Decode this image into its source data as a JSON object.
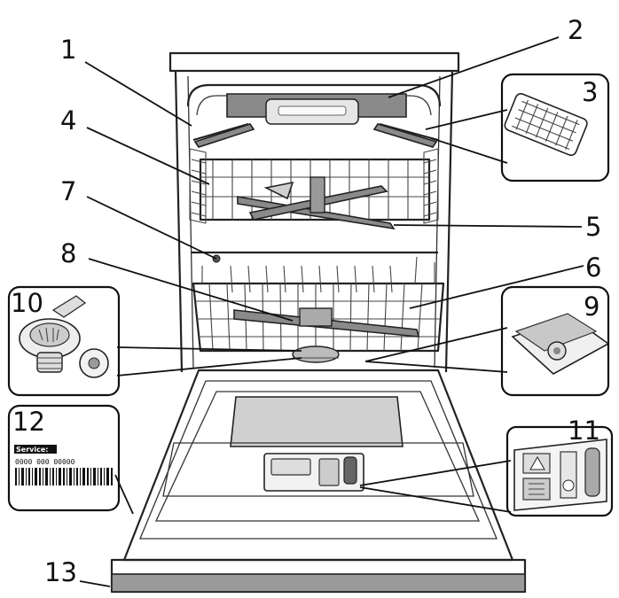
{
  "callouts": [
    {
      "id": "1",
      "label": "1"
    },
    {
      "id": "2",
      "label": "2"
    },
    {
      "id": "3",
      "label": "3"
    },
    {
      "id": "4",
      "label": "4"
    },
    {
      "id": "5",
      "label": "5"
    },
    {
      "id": "6",
      "label": "6"
    },
    {
      "id": "7",
      "label": "7"
    },
    {
      "id": "8",
      "label": "8"
    },
    {
      "id": "9",
      "label": "9"
    },
    {
      "id": "10",
      "label": "10"
    },
    {
      "id": "11",
      "label": "11"
    },
    {
      "id": "12",
      "label": "12"
    },
    {
      "id": "13",
      "label": "13"
    }
  ],
  "service_label": {
    "heading": "Service:",
    "number": "0000 000 00000"
  }
}
